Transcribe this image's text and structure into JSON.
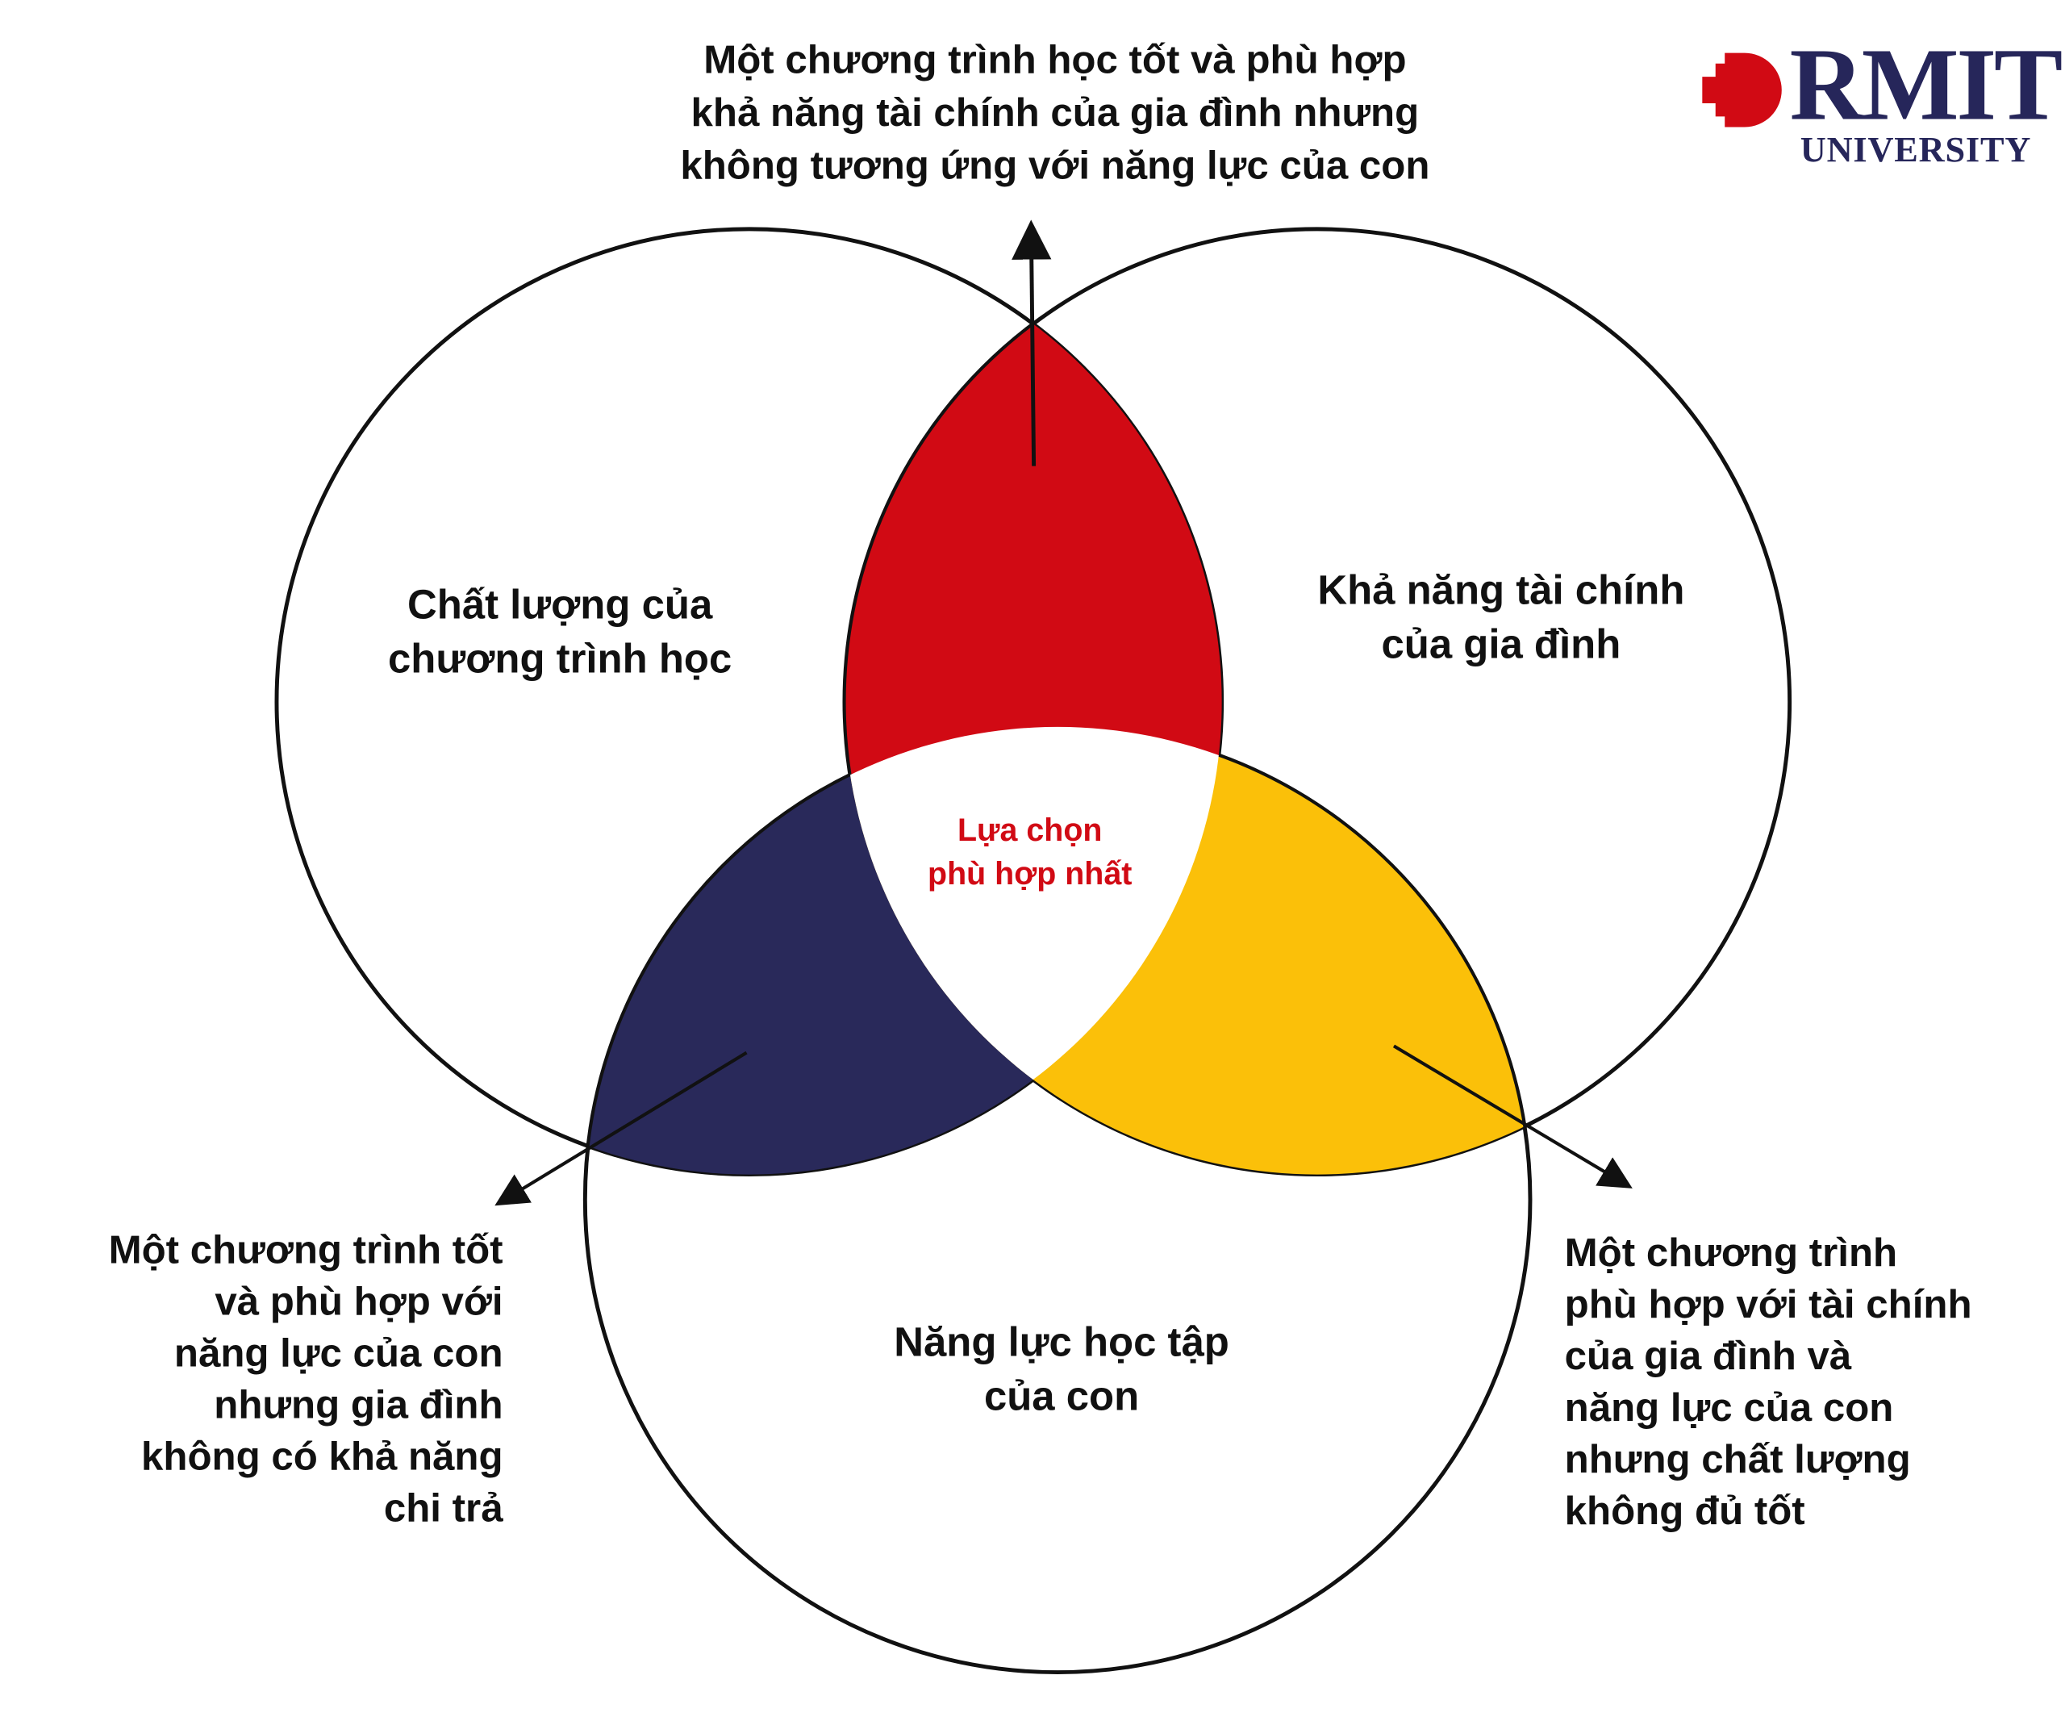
{
  "logo": {
    "name": "RMIT",
    "subtitle": "UNIVERSITY"
  },
  "colors": {
    "red": "#d10a14",
    "navy": "#29295a",
    "yellow": "#fbc009",
    "outline": "#111111"
  },
  "circles": {
    "left": [
      "Chất lượng của",
      "chương trình học"
    ],
    "right": [
      "Khả năng tài chính",
      "của gia đình"
    ],
    "bottom": [
      "Năng lực học tập",
      "của con"
    ]
  },
  "center": [
    "Lựa chọn",
    "phù hợp nhất"
  ],
  "callouts": {
    "top": [
      "Một chương trình học tốt và phù hợp",
      "khả năng tài chính của gia đình nhưng",
      "không tương ứng với năng lực của con"
    ],
    "bottom_left": [
      "Một chương trình tốt",
      "và phù hợp với",
      "năng lực của con",
      "nhưng gia đình",
      "không có khả năng",
      "chi trả"
    ],
    "bottom_right": [
      "Một chương trình",
      "phù hợp với tài chính",
      "của gia đình và",
      "năng lực của con",
      "nhưng chất lượng",
      "không đủ tốt"
    ]
  }
}
